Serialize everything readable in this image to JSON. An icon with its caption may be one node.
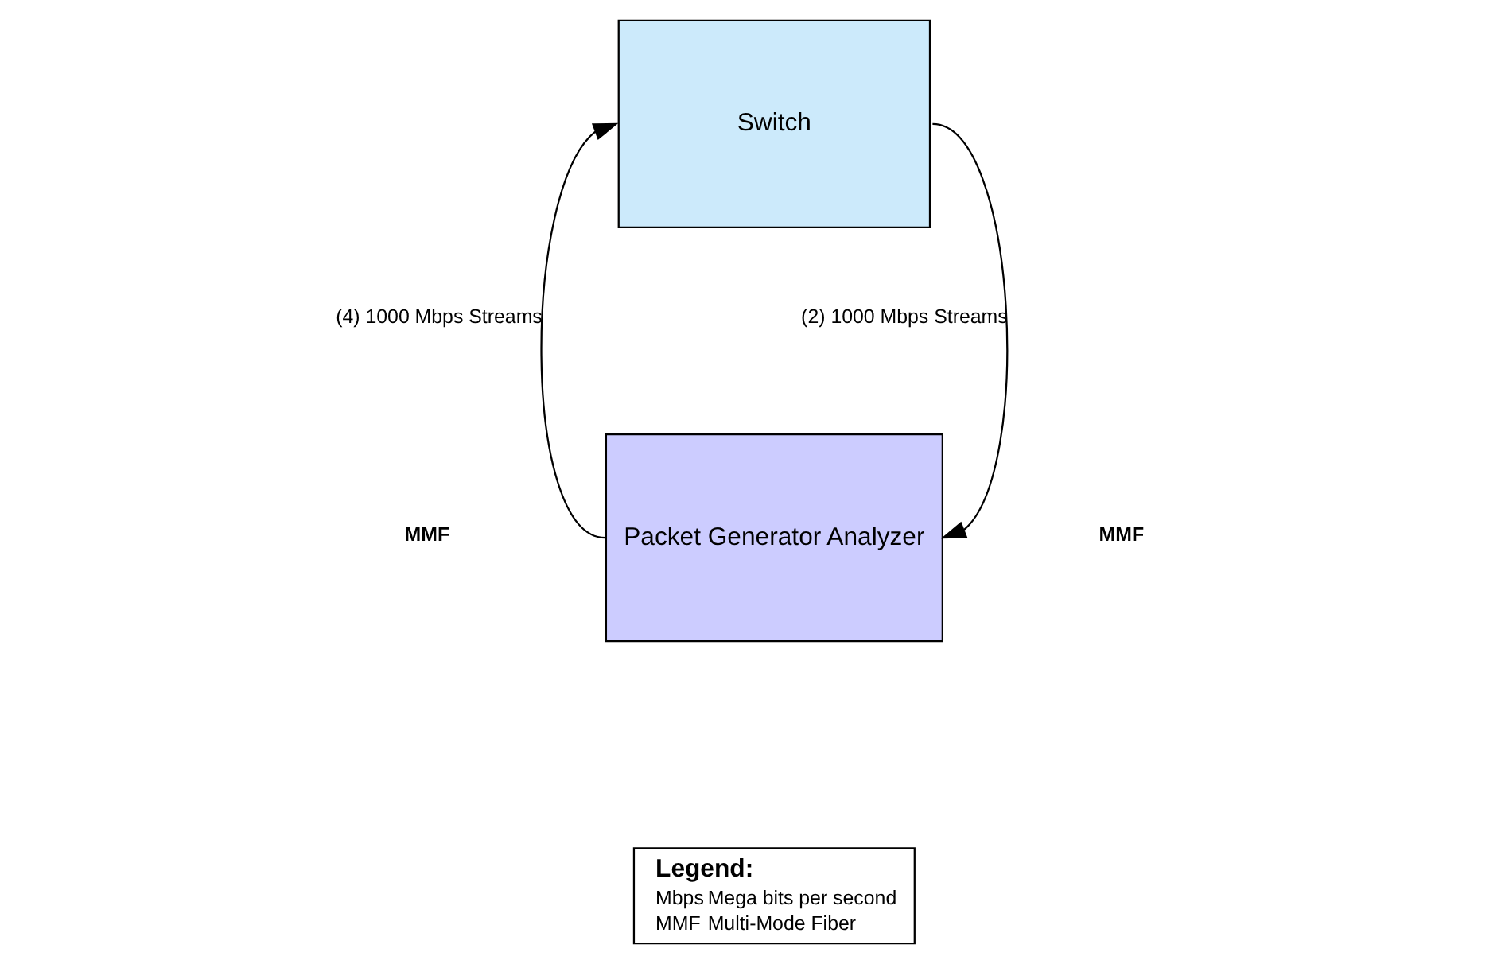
{
  "diagram": {
    "nodes": [
      {
        "text": [
          "Switch"
        ]
      },
      {
        "text": [
          "Packet Generator Analyzer"
        ]
      },
      {
        "text": [
          "Legend:",
          "Mbps",
          "Mega bits per second",
          "MMF",
          "Multi-Mode Fiber"
        ]
      }
    ],
    "edges": [
      {
        "from": 0,
        "to": 1,
        "arrow": "to",
        "label": "(2) 1000 Mbps Streams"
      },
      {
        "from": 1,
        "to": 0,
        "arrow": "to",
        "label": "(4) 1000 Mbps Streams"
      }
    ],
    "labels": [
      "MMF",
      "MMF"
    ]
  }
}
